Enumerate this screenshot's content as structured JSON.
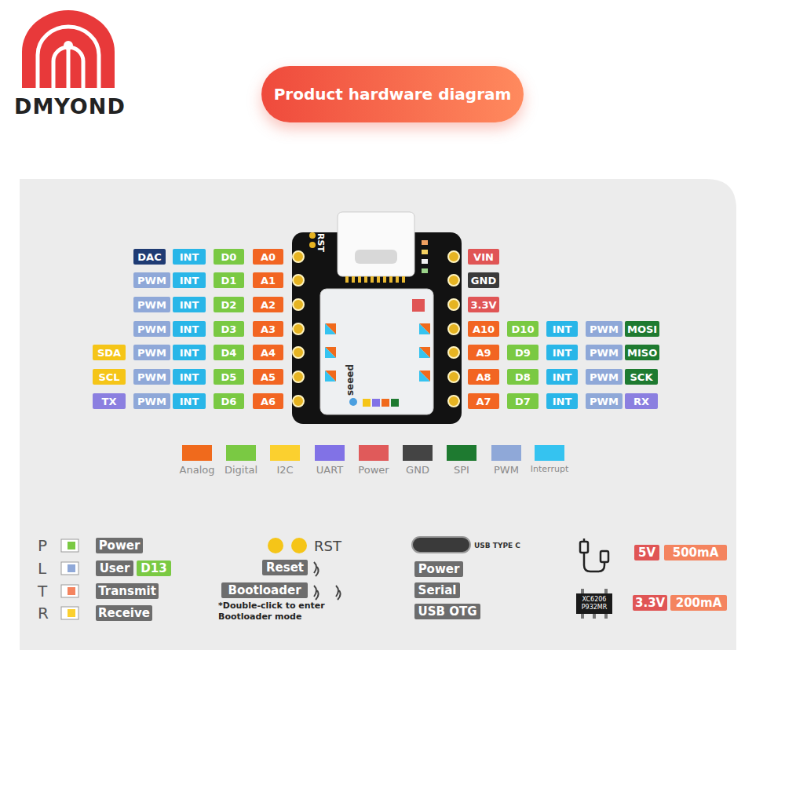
{
  "diagram": {
    "title": "Product hardware diagram",
    "labels": [
      "DMYOND",
      "DAC",
      "INT",
      "D0",
      "A0",
      "PWM",
      "INT",
      "D1",
      "A1",
      "PWM",
      "INT",
      "D2",
      "A2",
      "PWM",
      "INT",
      "D3",
      "A3",
      "SDA",
      "PWM",
      "INT",
      "D4",
      "A4",
      "SCL",
      "PWM",
      "INT",
      "D5",
      "A5",
      "TX",
      "PWM",
      "INT",
      "D6",
      "A6",
      "VIN",
      "GND",
      "3.3V",
      "A10",
      "D10",
      "INT",
      "PWM",
      "MOSI",
      "A9",
      "D9",
      "INT",
      "PWM",
      "MISO",
      "A8",
      "D8",
      "INT",
      "PWM",
      "SCK",
      "A7",
      "D7",
      "INT",
      "PWM",
      "RX",
      "P",
      "Power",
      "L",
      "User",
      "D13",
      "T",
      "Transmit",
      "R",
      "Receive",
      "RST",
      "Reset",
      "Bootloader",
      "*Double-click to enter Bootloader mode",
      "USB TYPE C",
      "Power",
      "Serial",
      "USB OTG",
      "5V",
      "500mA",
      "XC6206",
      "P932MR",
      "3.3V",
      "200mA",
      "RST",
      "seeed"
    ],
    "legend": [
      {
        "text": "Analog",
        "color": "#f06a1c"
      },
      {
        "text": "Digital",
        "color": "#7ac943"
      },
      {
        "text": "I2C",
        "color": "#fbd02f"
      },
      {
        "text": "UART",
        "color": "#8172e6"
      },
      {
        "text": "Power",
        "color": "#e05a5a"
      },
      {
        "text": "GND",
        "color": "#444444"
      },
      {
        "text": "SPI",
        "color": "#1e7a30"
      },
      {
        "text": "PWM",
        "color": "#8fa8d8"
      },
      {
        "text": "Interrupt",
        "color": "#35c3f0"
      }
    ]
  }
}
